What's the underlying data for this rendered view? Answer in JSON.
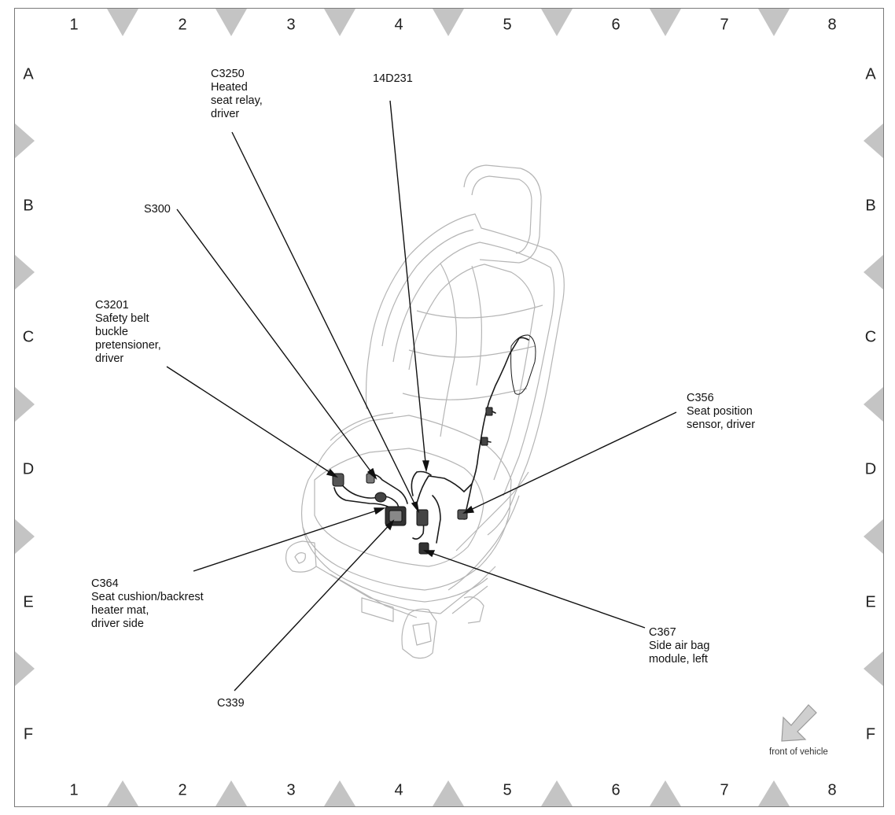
{
  "grid": {
    "columns": [
      "1",
      "2",
      "3",
      "4",
      "5",
      "6",
      "7",
      "8"
    ],
    "rows": [
      "A",
      "B",
      "C",
      "D",
      "E",
      "F"
    ]
  },
  "callouts": {
    "c3250": {
      "code": "C3250",
      "lines": [
        "Heated",
        "seat relay,",
        "driver"
      ]
    },
    "d14d231": {
      "code": "14D231"
    },
    "s300": {
      "code": "S300"
    },
    "c3201": {
      "code": "C3201",
      "lines": [
        "Safety belt",
        "buckle",
        "pretensioner,",
        "driver"
      ]
    },
    "c356": {
      "code": "C356",
      "lines": [
        "Seat position",
        "sensor, driver"
      ]
    },
    "c364": {
      "code": "C364",
      "lines": [
        "Seat cushion/backrest",
        "heater mat,",
        "driver side"
      ]
    },
    "c367": {
      "code": "C367",
      "lines": [
        "Side air bag",
        "module, left"
      ]
    },
    "c339": {
      "code": "C339"
    }
  },
  "orientation": {
    "label": "front of vehicle",
    "icon": "arrow-down-left-icon"
  },
  "colors": {
    "line": "#111111",
    "seat": "#b5b5b5",
    "marker": "#c4c4c4",
    "wire": "#1a1a1a"
  }
}
